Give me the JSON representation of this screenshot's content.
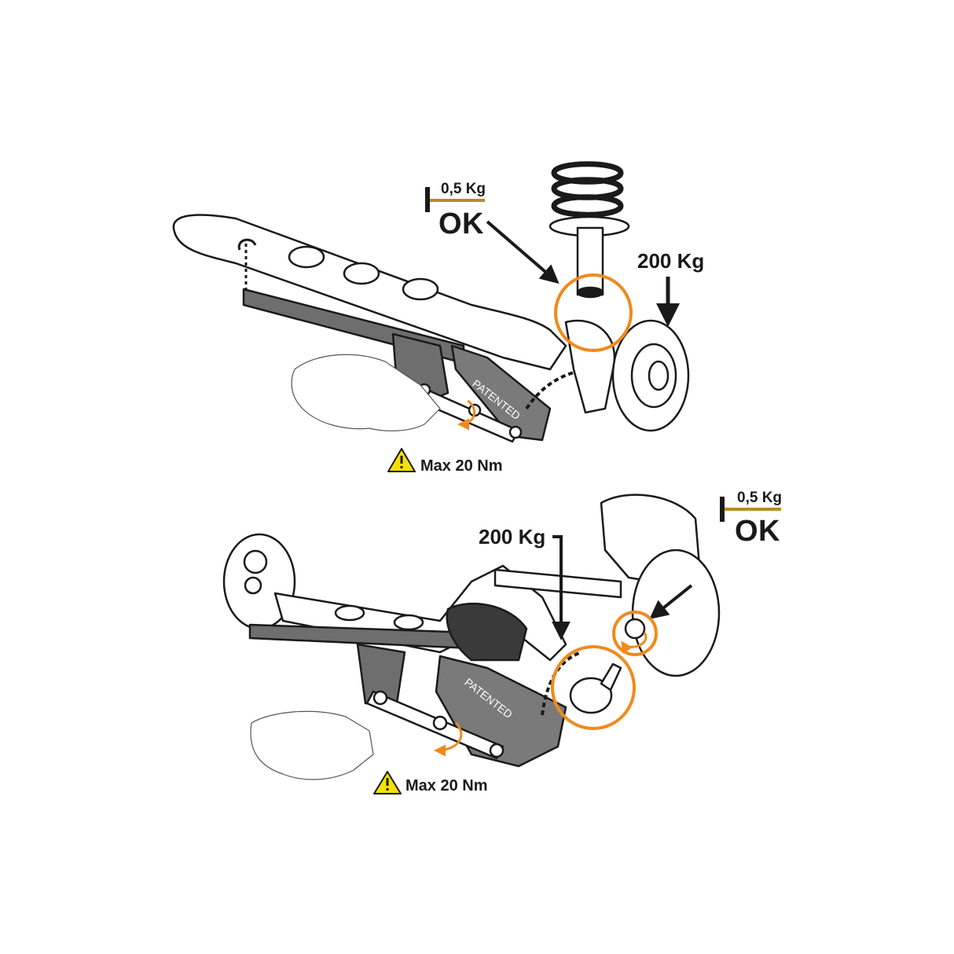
{
  "colors": {
    "accent": "#f08a1c",
    "bar": "#b78a2a",
    "ink": "#1a1a1a",
    "metal": "#6e6e6e",
    "warning": "#f4e100"
  },
  "top": {
    "hammer_weight": "0,5 Kg",
    "hammer_ok": "OK",
    "load": "200 Kg",
    "tool_stamp": "PATENTED",
    "torque_warning": "Max 20 Nm"
  },
  "bottom": {
    "hammer_weight": "0,5 Kg",
    "hammer_ok": "OK",
    "load": "200 Kg",
    "tool_stamp": "PATENTED",
    "torque_warning": "Max 20 Nm"
  },
  "icons": [
    "hammer-icon",
    "warning-icon",
    "rotation-arrow-icon"
  ]
}
